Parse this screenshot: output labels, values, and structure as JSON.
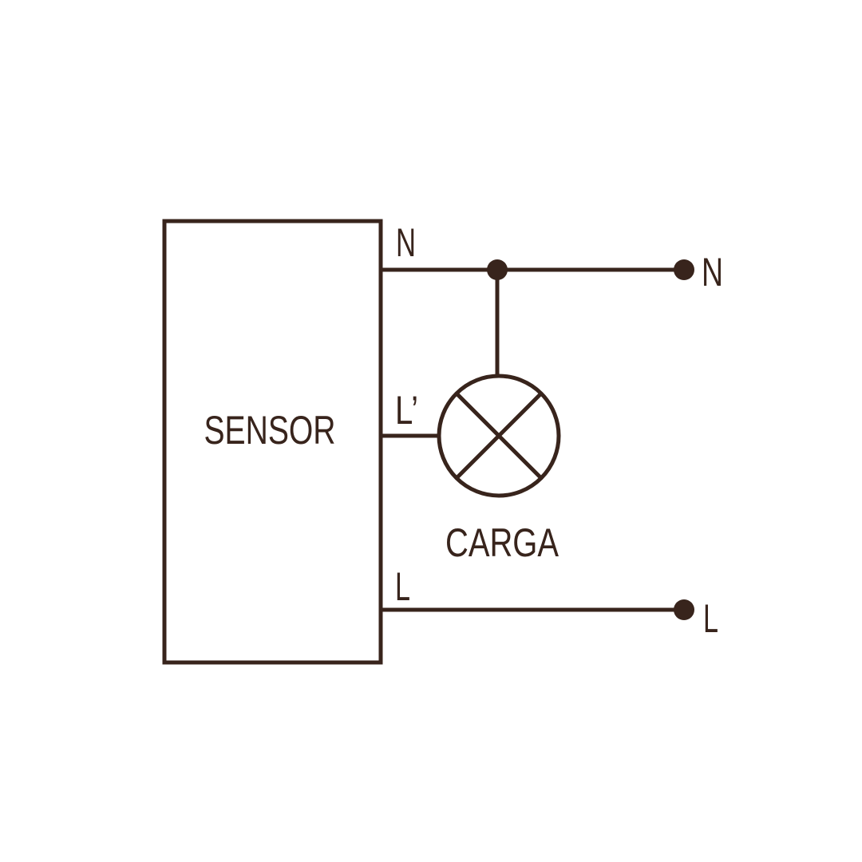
{
  "colors": {
    "ink": "#38241C",
    "background": "#FFFFFF"
  },
  "diagram": {
    "sensor": {
      "label": "SENSOR",
      "terminal_neutral": "N",
      "terminal_switched_live": "L’",
      "terminal_live": "L"
    },
    "load": {
      "label": "CARGA"
    },
    "supply": {
      "neutral_label": "N",
      "live_label": "L"
    }
  }
}
